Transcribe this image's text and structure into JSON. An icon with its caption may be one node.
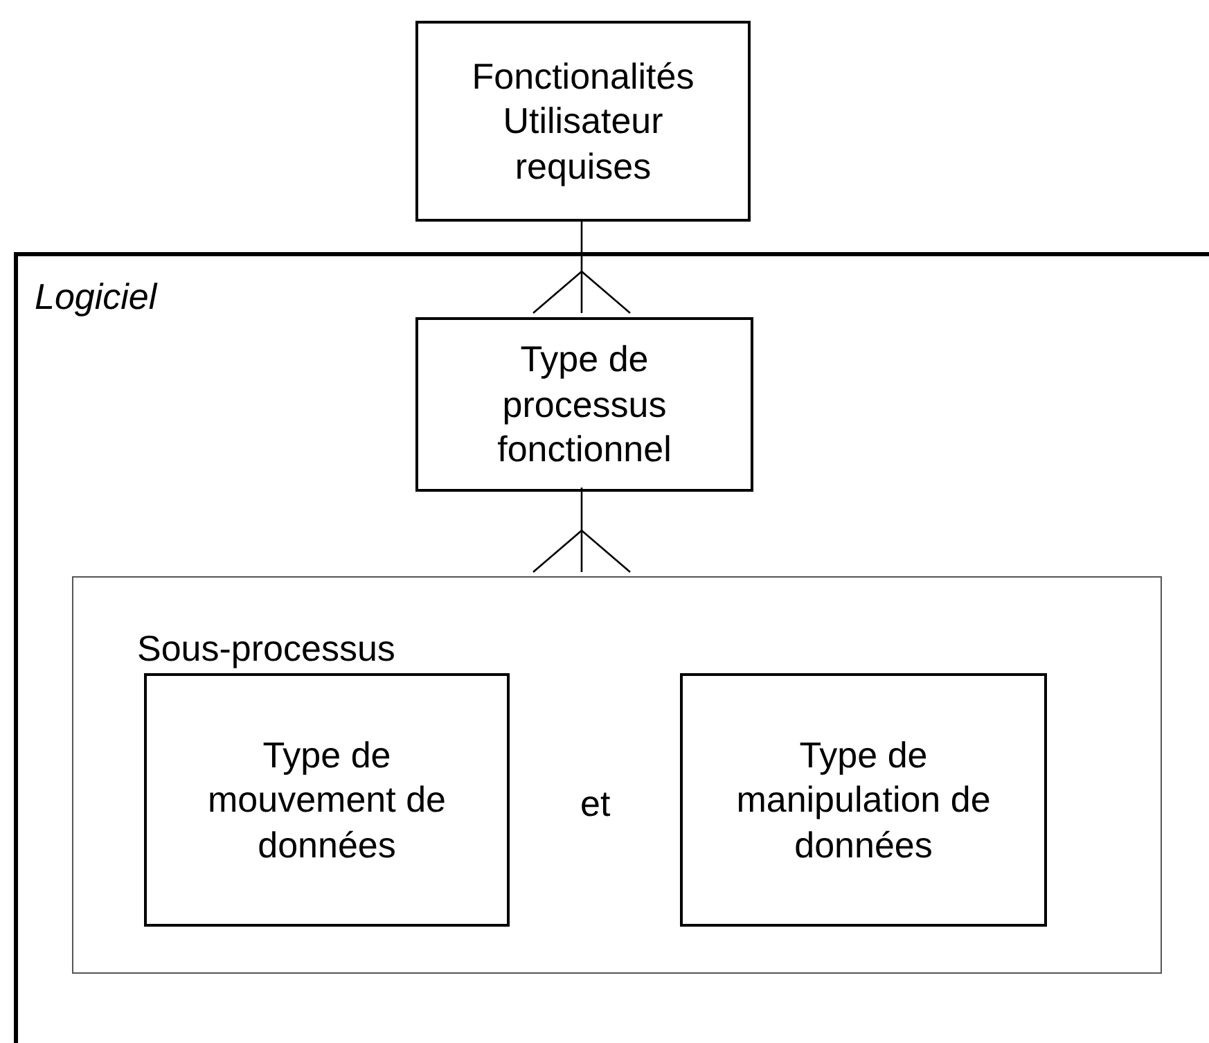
{
  "diagram": {
    "nodes": [
      {
        "text": [
          "Fonctionalités Utilisateur requises"
        ]
      },
      {
        "text": [
          "Logiciel"
        ]
      },
      {
        "text": [
          "Type de processus fonctionnel"
        ],
        "in": 1
      },
      {
        "text": [
          "Sous-processus"
        ],
        "in": 1
      },
      {
        "text": [
          "Type de mouvement de données"
        ],
        "in": 3
      },
      {
        "text": [
          "Type de manipulation de données"
        ],
        "in": 3
      }
    ],
    "edges": [
      {
        "from": 0,
        "to": 2,
        "arrow": "other"
      },
      {
        "from": 2,
        "to": 3,
        "arrow": "other"
      }
    ],
    "labels": [
      "et"
    ]
  }
}
